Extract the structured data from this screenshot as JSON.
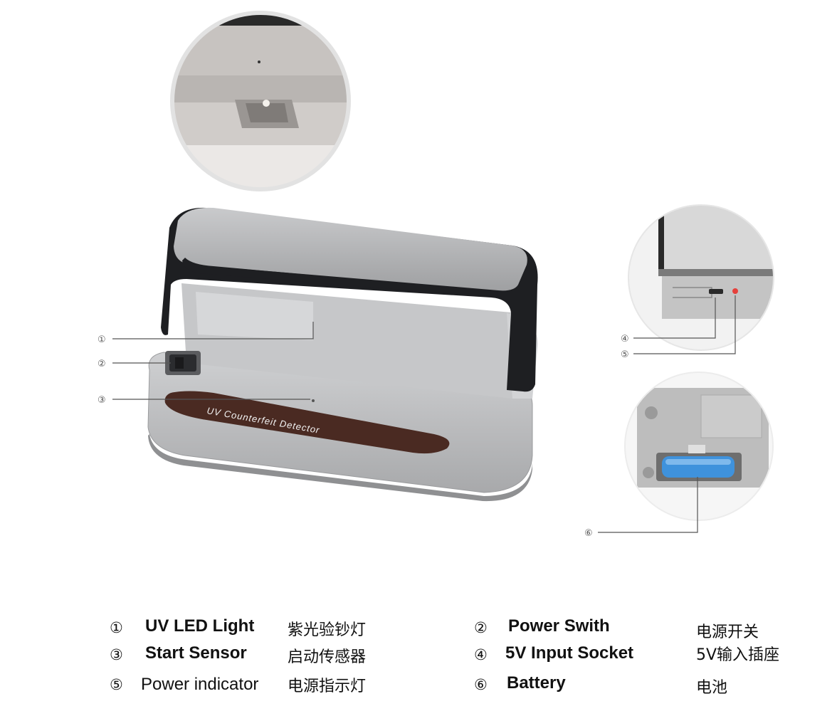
{
  "device": {
    "badge_text": "UV  Counterfeit  Detector"
  },
  "callouts": [
    {
      "id": 1,
      "symbol": "①"
    },
    {
      "id": 2,
      "symbol": "②"
    },
    {
      "id": 3,
      "symbol": "③"
    },
    {
      "id": 4,
      "symbol": "④"
    },
    {
      "id": 5,
      "symbol": "⑤"
    },
    {
      "id": 6,
      "symbol": "⑥"
    }
  ],
  "legend": [
    {
      "symbol": "①",
      "en": "UV LED Light",
      "zh": "紫光验钞灯"
    },
    {
      "symbol": "②",
      "en": "Power Swith",
      "zh": "电源开关"
    },
    {
      "symbol": "③",
      "en": "Start Sensor",
      "zh": "启动传感器"
    },
    {
      "symbol": "④",
      "en": "5V Input Socket",
      "zh": "5V输入插座"
    },
    {
      "symbol": "⑤",
      "en": "Power indicator",
      "zh": "电源指示灯"
    },
    {
      "symbol": "⑥",
      "en": "Battery",
      "zh": "电池"
    }
  ],
  "colors": {
    "body_silver": "#b9babc",
    "cover_black": "#1e1f22",
    "battery_blue": "#3f92dc",
    "indicator_red": "#e5403b",
    "badge_brown": "#4a2a22"
  }
}
